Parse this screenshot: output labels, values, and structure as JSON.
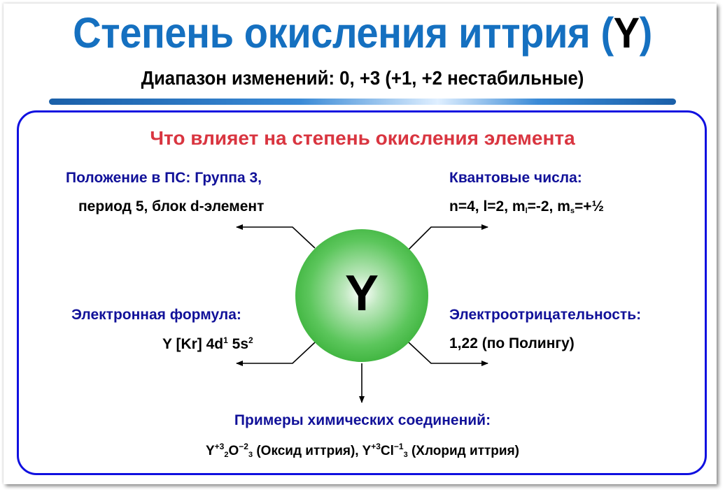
{
  "header": {
    "title": "Степень окисления иттрия (",
    "title_symbol": "Y",
    "title_close": ")",
    "subtitle": "Диапазон изменений: 0, +3 (+1, +2 нестабильные)"
  },
  "panel": {
    "title": "Что влияет на степень окисления элемента",
    "atom_symbol": "Y",
    "position": {
      "label": "Положение в ПС: Группа 3,",
      "value": "период 5, блок d-элемент"
    },
    "quantum": {
      "label": "Квантовые числа:",
      "value_prefix": "n=4, l=2, m",
      "ml_sub": "l",
      "value_mid": "=-2, m",
      "ms_sub": "s",
      "value_suffix": "=+½"
    },
    "electron_formula": {
      "label": "Электронная формула:",
      "value_prefix": "Y [Kr] 4d",
      "d_sup": "1",
      "value_mid": " 5s",
      "s_sup": "2"
    },
    "electronegativity": {
      "label": "Электроотрицательность:",
      "value": "1,22 (по Полингу)"
    },
    "examples": {
      "label": "Примеры химических соединений:",
      "c1_y": "Y",
      "c1_y_sup": "+3",
      "c1_y_sub": "2",
      "c1_o": "O",
      "c1_o_sup": "−2",
      "c1_o_sub": "3",
      "c1_name": " (Оксид иттрия), ",
      "c2_y": "Y",
      "c2_y_sup": "+3",
      "c2_cl": "Cl",
      "c2_cl_sup": "−1",
      "c2_cl_sub": "3",
      "c2_name": " (Хлорид иттрия)"
    }
  },
  "colors": {
    "title_blue": "#1570c0",
    "label_navy": "#111199",
    "panel_title_red": "#d93540",
    "frame_blue": "#1010e0",
    "atom_green": "#2eaa2e"
  }
}
